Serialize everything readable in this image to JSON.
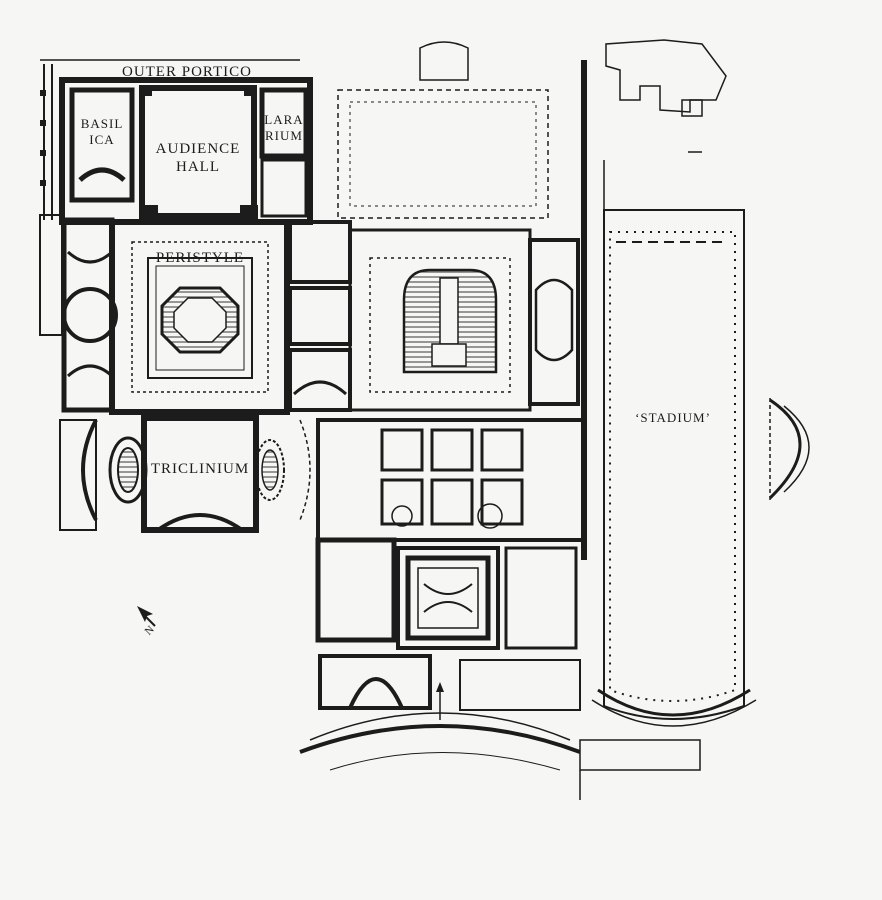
{
  "labels": {
    "outer_portico": "OUTER PORTICO",
    "basilica": "BASIL\nICA",
    "audience_hall": "AUDIENCE\nHALL",
    "lararium": "LARA\nRIUM",
    "peristyle": "PERISTYLE",
    "triclinium": "TRICLINIUM",
    "stadium": "‘STADIUM’",
    "north_marker": "N"
  },
  "icons": {
    "north_arrow": "north-arrow-icon"
  },
  "colors": {
    "background": "#f6f6f4",
    "ink": "#1c1c1c",
    "hatch": "#555555"
  }
}
